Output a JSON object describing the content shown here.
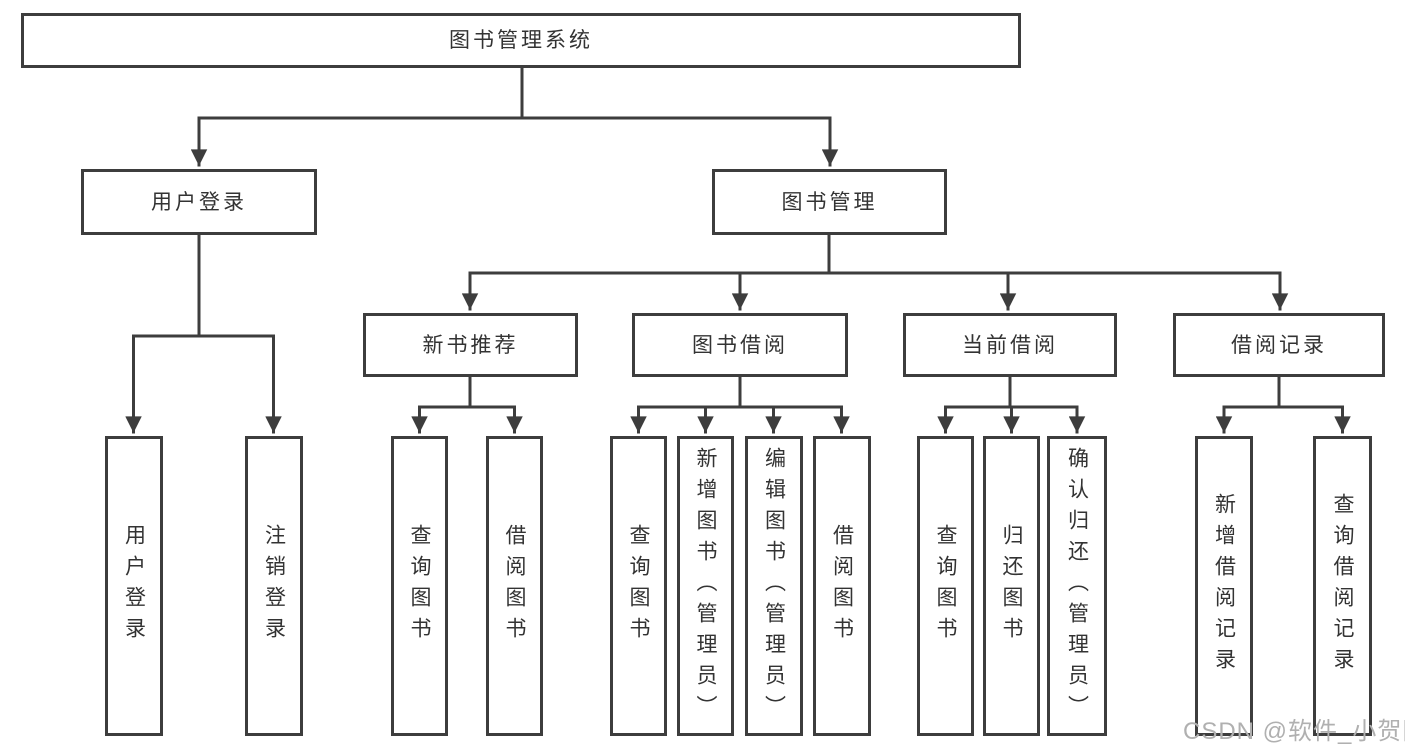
{
  "nodes": {
    "root": "图书管理系统",
    "user_login": "用户登录",
    "book_mgmt": "图书管理",
    "new_book_rec": "新书推荐",
    "book_borrow": "图书借阅",
    "current_borrow": "当前借阅",
    "borrow_records": "借阅记录",
    "leaf_user_login": "用户登录",
    "leaf_logout": "注销登录",
    "leaf_query_book_rec": "查询图书",
    "leaf_borrow_book_rec": "借阅图书",
    "leaf_query_book_borrow": "查询图书",
    "leaf_add_book": "新增图书（管理员）",
    "leaf_edit_book": "编辑图书（管理员）",
    "leaf_borrow_book_borrow": "借阅图书",
    "leaf_query_book_current": "查询图书",
    "leaf_return_book": "归还图书",
    "leaf_confirm_return": "确认归还（管理员）",
    "leaf_add_borrow_record": "新增借阅记录",
    "leaf_query_borrow_record": "查询借阅记录"
  },
  "watermark": "CSDN @软件_小贺同学",
  "colors": {
    "line": "#3d3d3d",
    "text": "#333333",
    "watermark": "#b0b0b0",
    "background": "#ffffff"
  }
}
